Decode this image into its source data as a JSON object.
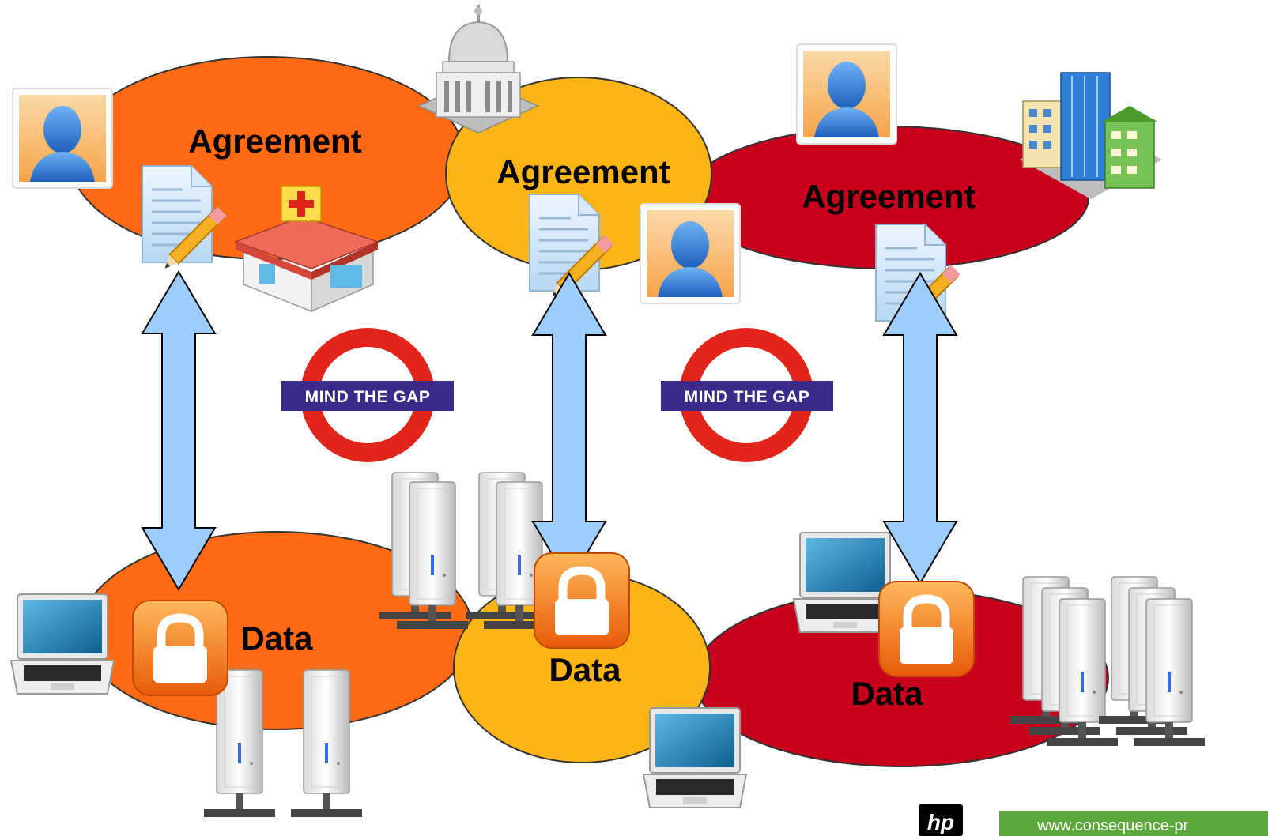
{
  "labels": {
    "agreement_1": "Agreement",
    "agreement_2": "Agreement",
    "agreement_3": "Agreement",
    "data_1": "Data",
    "data_2": "Data",
    "data_3": "Data"
  },
  "signs": {
    "sign_1": "MIND THE GAP",
    "sign_2": "MIND THE GAP"
  },
  "logo": {
    "text": "hp"
  },
  "footer": {
    "url": "www.consequence-pr"
  },
  "colors": {
    "orange": "#ff6a13",
    "yellow": "#fdb515",
    "red": "#c8001e",
    "arrow": "#9ccdfc",
    "footer_green": "#5ca83a",
    "sign_ring": "#e1251b",
    "sign_bar": "#3c2a8a"
  },
  "icons": [
    "user-icon",
    "government-building-icon",
    "office-buildings-icon",
    "hospital-icon",
    "document-edit-icon",
    "padlock-icon",
    "laptop-icon",
    "server-icon",
    "double-arrow-icon"
  ]
}
